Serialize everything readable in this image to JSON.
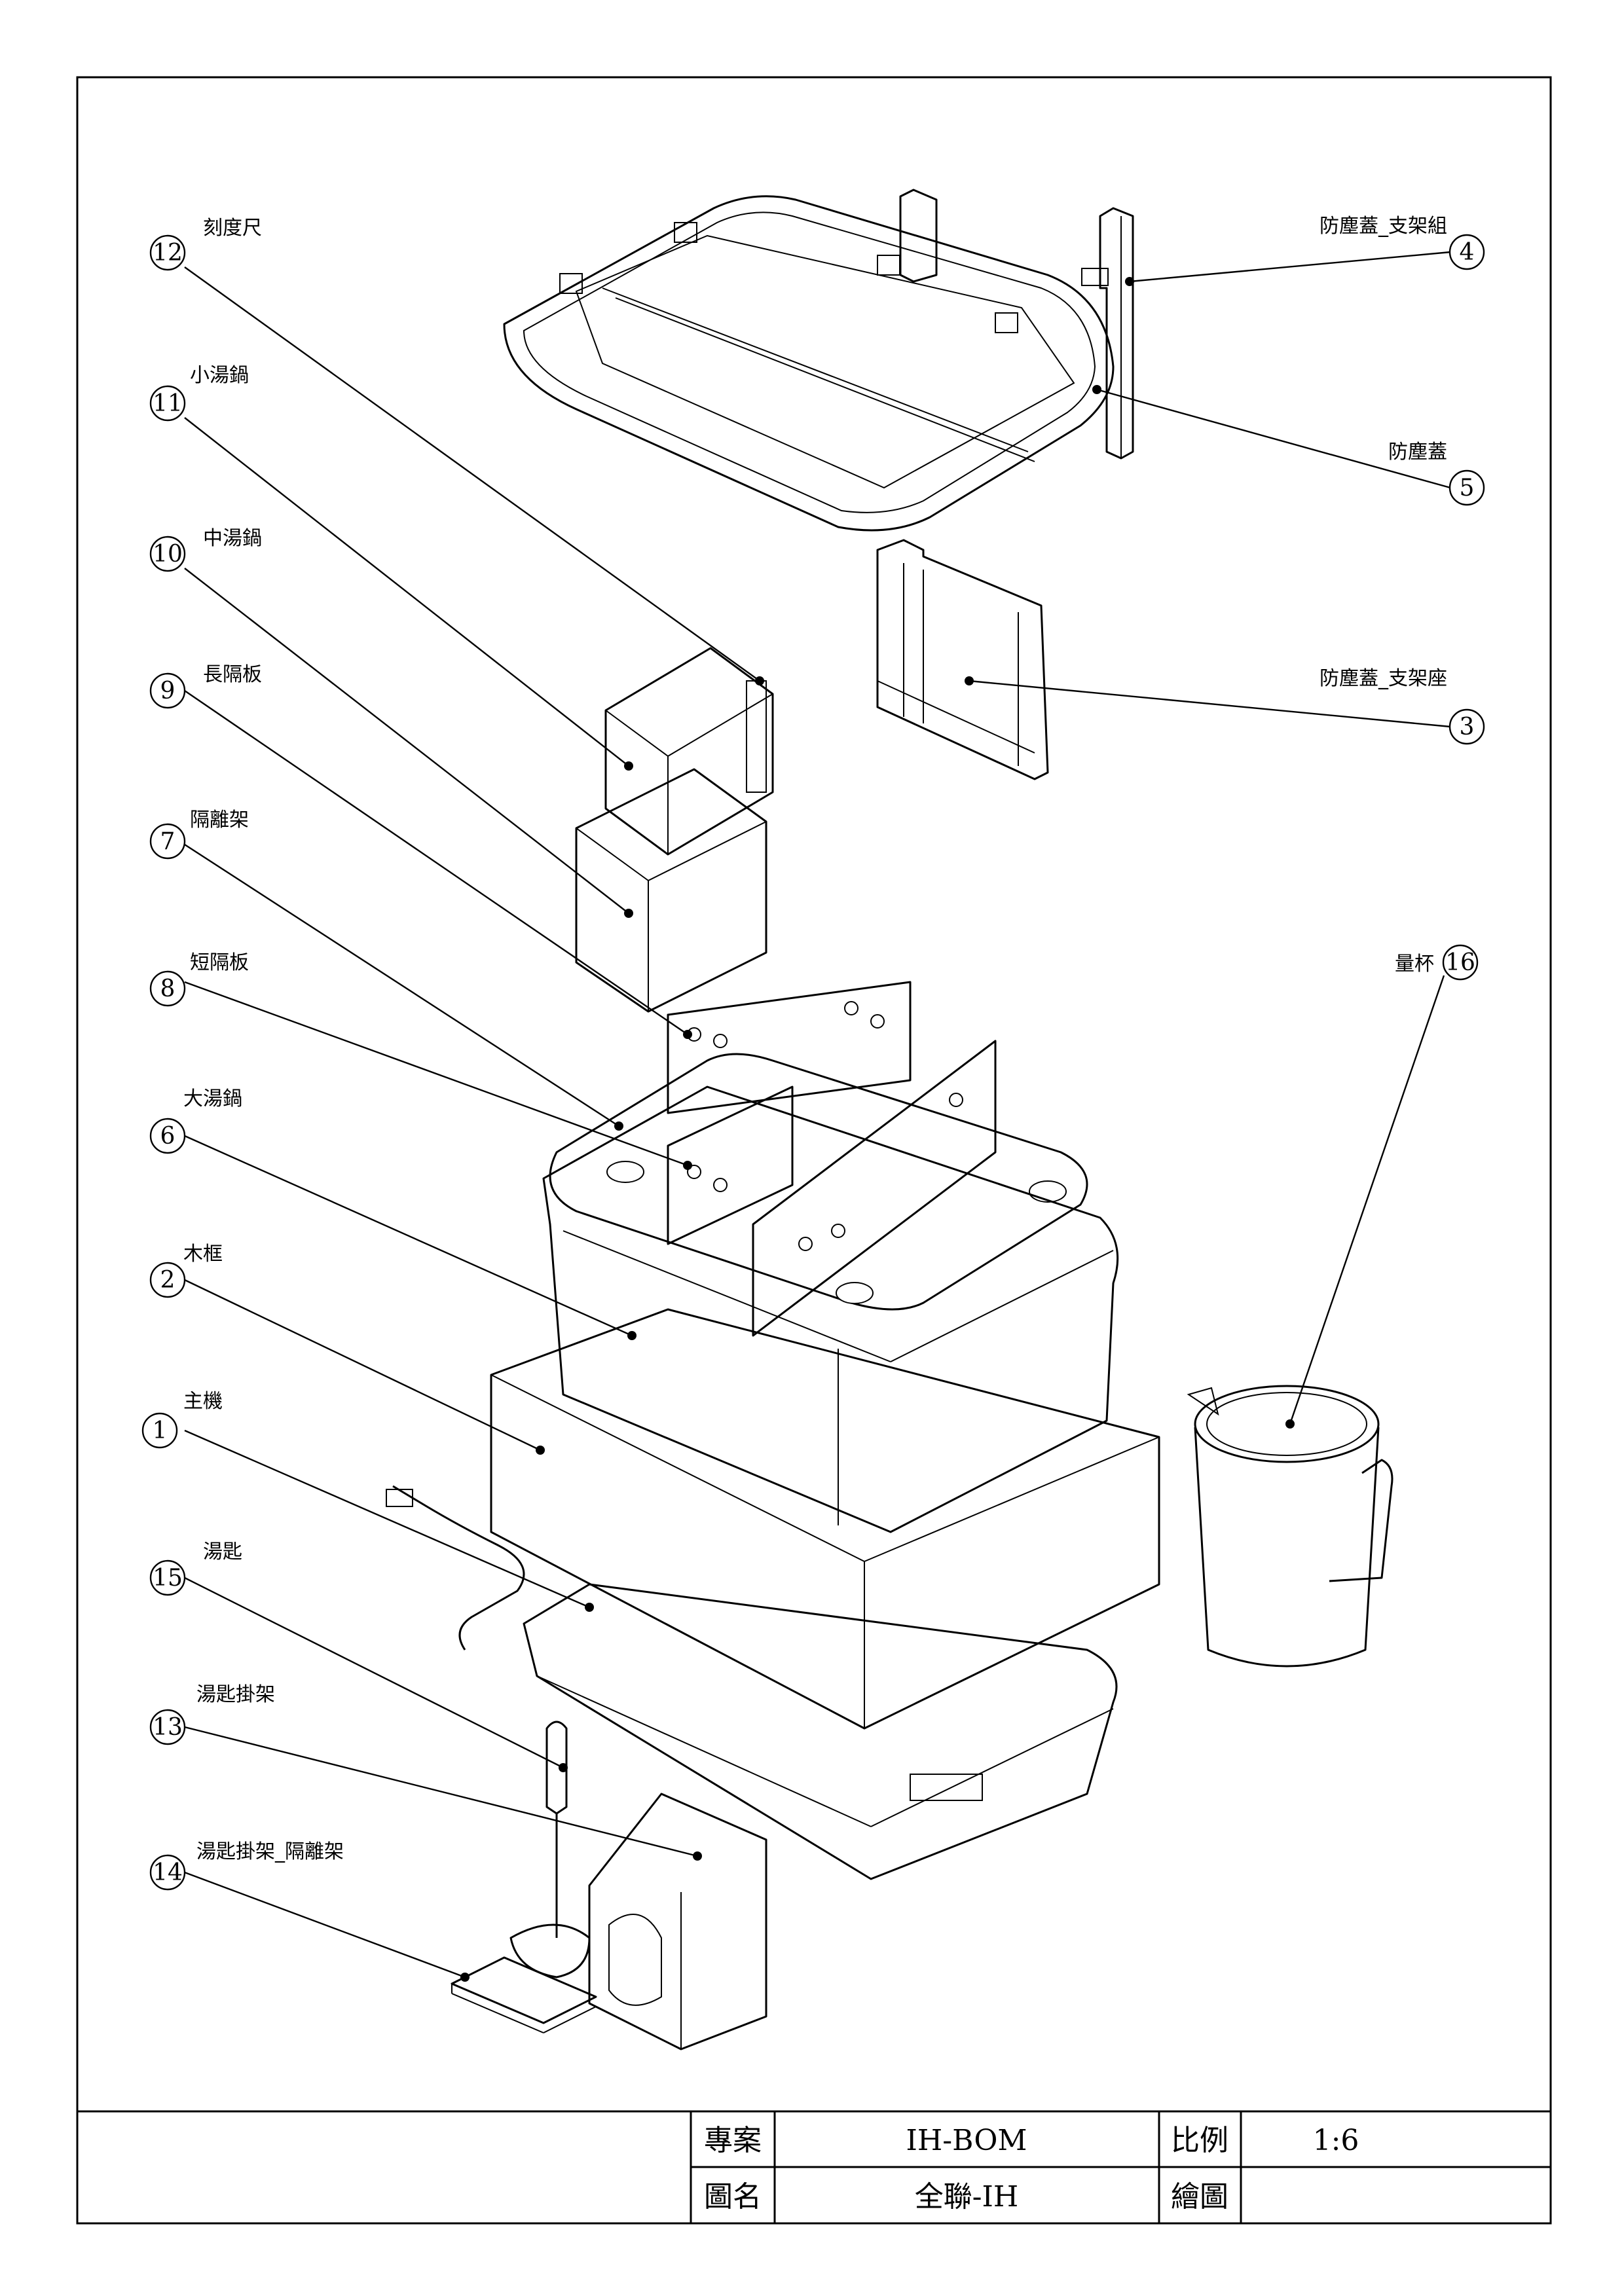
{
  "drawing": {
    "callouts": [
      {
        "id": "12",
        "label": "刻度尺"
      },
      {
        "id": "11",
        "label": "小湯鍋"
      },
      {
        "id": "10",
        "label": "中湯鍋"
      },
      {
        "id": "9",
        "label": "長隔板"
      },
      {
        "id": "7",
        "label": "隔離架"
      },
      {
        "id": "8",
        "label": "短隔板"
      },
      {
        "id": "6",
        "label": "大湯鍋"
      },
      {
        "id": "2",
        "label": "木框"
      },
      {
        "id": "1",
        "label": "主機"
      },
      {
        "id": "15",
        "label": "湯匙"
      },
      {
        "id": "13",
        "label": "湯匙掛架"
      },
      {
        "id": "14",
        "label": "湯匙掛架_隔離架"
      },
      {
        "id": "4",
        "label": "防塵蓋_支架組"
      },
      {
        "id": "5",
        "label": "防塵蓋"
      },
      {
        "id": "3",
        "label": "防塵蓋_支架座"
      },
      {
        "id": "16",
        "label": "量杯"
      }
    ]
  },
  "title_block": {
    "project_label": "專案",
    "project_value": "IH-BOM",
    "scale_label": "比例",
    "scale_value": "1:6",
    "drawing_name_label": "圖名",
    "drawing_name_value": "全聯-IH",
    "drawn_by_label": "繪圖",
    "drawn_by_value": ""
  }
}
